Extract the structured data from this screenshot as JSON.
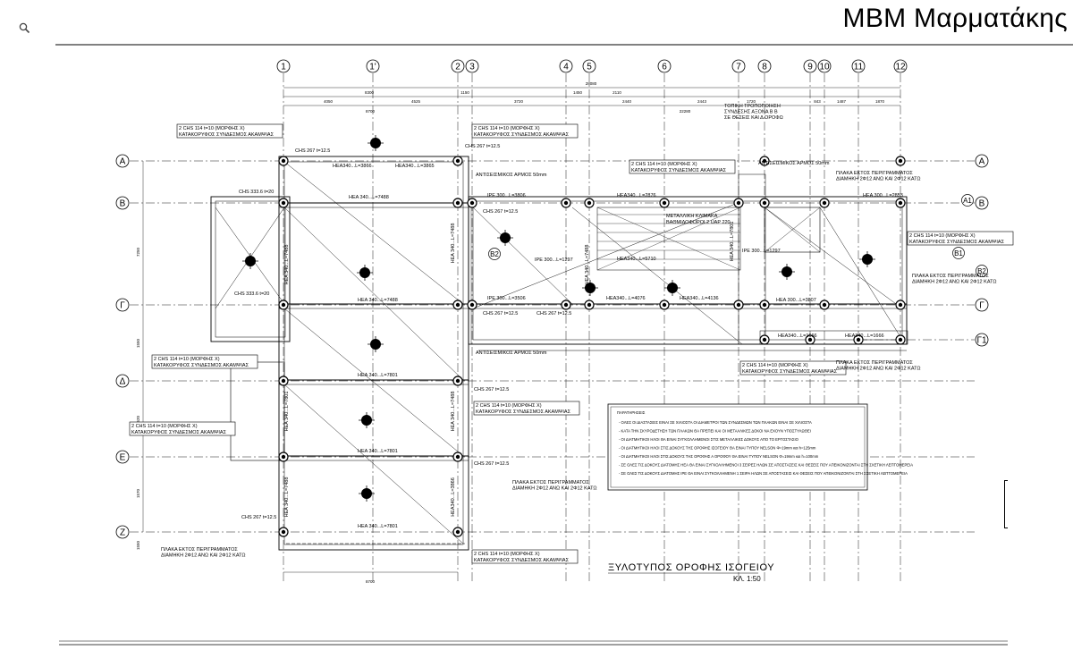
{
  "brand": {
    "name": "MBM Μαρματάκης"
  },
  "toolbar": {
    "search_icon": "magnifier-icon"
  },
  "drawing": {
    "axes_top": [
      "1",
      "1'",
      "2",
      "3",
      "4",
      "5",
      "6",
      "7",
      "8",
      "9",
      "10",
      "11",
      "12"
    ],
    "axes_left": [
      "A",
      "B",
      "Γ",
      "Δ",
      "E",
      "Z"
    ],
    "axes_right": [
      "A",
      "B",
      "Γ",
      "Γ1"
    ],
    "sub_axes": [
      "A1",
      "B1",
      "B2",
      "B2"
    ],
    "dims_top_row1": [
      "4050",
      "4525",
      "3720",
      "2440",
      "2443",
      "1720",
      "843",
      "1487",
      "1870"
    ],
    "dims_top_row2": [
      "8300",
      "1150",
      "1450",
      "2110"
    ],
    "dims_top_total": [
      "22280",
      "8700",
      "28080"
    ],
    "dims_bottom": [
      "8700"
    ],
    "dims_left": [
      "7250",
      "1550",
      "1520",
      "1570",
      "1550"
    ],
    "member_labels": [
      "ΗΕΑ340...L=3866",
      "ΗΕΑ340...L=3865",
      "ΗΕΑ 340...L=7488",
      "ΗΕΑ 340...L=7488",
      "ΗΕΑ 340...L=7801",
      "ΗΕΑ 340...L=7801",
      "ΗΕΑ 340...L=7801",
      "IPE 300...L=3806",
      "IPE 300...L=3506",
      "ΗΕΑ340...L=2876",
      "ΗΕΑ340...L=5710",
      "ΗΕΑ340...L=4076",
      "ΗΕΑ340...L=4136",
      "ΗΕΑ340...L=1666",
      "ΗΕΑ340...L=1666",
      "ΗΕΑ 300...L=2853",
      "ΗΕΑ 300...L=3807",
      "CHS 267 t=12.5",
      "CHS 267 t=12.5",
      "CHS 267 t=12.5",
      "CHS 267 t=12.5",
      "CHS 267 t=12.5",
      "CHS 267 t=12.5",
      "CHS 267 t=12.5",
      "CHS 267 t=12.5",
      "CHS 333.6 t=20",
      "CHS 333.6 t=20",
      "IPE 300...L=1297",
      "IPE 300...L=1297",
      "ΜΕΤΑΛΛΙΚΗ ΚΛΙΜΑΚΑ\nΒΑΘΜΙΔΟΦΟΡΟΙ 2 UAP 220"
    ],
    "callouts": [
      "2 CHS 114 t=10 (ΜΟΡΦΗΣ X)",
      "ΚΑΤΑΚΟΡΥΦΟΣ ΣΥΝΔΕΣΜΟΣ ΑΚΑΜΨΙΑΣ",
      "ΑΝΤΙΣΕΙΣΜΙΚΟΣ ΑΡΜΟΣ 50mm",
      "ΤΟΠΙΚΗ ΤΡΟΠΟΠΟΙΗΣΗ\nΣΥΝΔΕΣΗΣ ΑΞΟΝΑ Β Β\nΣΕ ΘΕΣΕΙΣ ΚΑΙ Δ ΟΡΟΦΩ",
      "ΠΛΑΚΑ ΕΚΤΟΣ ΠΕΡΙΓΡΑΜΜΑΤΟΣ\nΔΙΑΜΗΚΗ 2Φ12 ΑΝΩ ΚΑΙ 2Φ12 ΚΑΤΩ"
    ],
    "notes_title": "ΠΑΡΑΤΗΡΗΣΕΙΣ",
    "notes": [
      "ΟΛΕΣ ΟΙ ΔΙΑΣΤΑΣΕΙΣ ΕΙΝΑΙ ΣΕ ΧΙΛΙΟΣΤΑ ΟΙ ΔΙΑΜΕΤΡΟΙ ΤΩΝ ΣΥΝΔΕΣΜΩΝ ΤΩΝ ΠΛΑΚΩΝ ΕΙΝΑΙ ΣΕ ΧΙΛΙΟΣΤΑ",
      "ΚΑΤΑ ΤΗΝ ΣΚΥΡΟΔΕΤΗΣΗ ΤΩΝ ΠΛΑΚΩΝ ΘΑ ΠΡΕΠΕΙ ΚΑΙ ΟΙ ΜΕΤΑΛΛΙΚΕΣ ΔΟΚΟΙ ΝΑ ΕΧΟΥΝ ΥΠΟΣΤΥΛΩΘΕΙ",
      "ΟΙ ΔΙΑΤΜΗΤΙΚΟΙ ΗΛΟΙ ΘΑ ΕΙΝΑΙ ΣΥΓΚΟΛΛΗΜΕΝΟΙ ΣΤΙΣ ΜΕΤΑΛΛΙΚΕΣ ΔΟΚΟΥΣ ΑΠΟ ΤΟ ΕΡΓΟΣΤΑΣΙΟ",
      "ΟΙ ΔΙΑΤΜΗΤΙΚΟΙ ΗΛΟΙ ΣΤΙΣ ΔΟΚΟΥΣ ΤΗΣ ΟΡΟΦΗΣ ΙΣΟΓΕΙΟΥ ΘΑ ΕΙΝΑΙ ΤΥΠΟΥ NELSON Φ=19mm και h=125mm",
      "ΟΙ ΔΙΑΤΜΗΤΙΚΟΙ ΗΛΟΙ ΣΤΙΣ ΔΟΚΟΥΣ ΤΗΣ ΟΡΟΦΗΣ Α ΟΡΟΦΟΥ ΘΑ ΕΙΝΑΙ ΤΥΠΟΥ NELSON Φ=19mm και h=100mm",
      "ΣΕ ΟΛΕΣ ΤΙΣ ΔΟΚΟΥΣ ΔΙΑΤΟΜΗΣ ΗΕΑ ΘΑ ΕΙΝΑΙ ΣΥΓΚΟΛΛΗΜΕΝΟΙ 3 ΣΕΙΡΕΣ ΗΛΩΝ ΣΕ ΑΠΟΣΤΑΣΕΙΣ ΚΑΙ ΘΕΣΕΙΣ ΠΟΥ ΑΠΕΙΚΟΝΙΖΟΝΤΑΙ ΣΤΗ ΣΧΕΤΙΚΗ ΛΕΠΤΟΜΕΡΕΙΑ",
      "ΣΕ ΟΛΕΣ ΤΙΣ ΔΟΚΟΥΣ ΔΙΑΤΟΜΗΣ IPE ΘΑ ΕΙΝΑΙ ΣΥΓΚΟΛΛΗΜΕΝΗ 1 ΣΕΙΡΑ ΗΛΩΝ ΣΕ ΑΠΟΣΤΑΣΕΙΣ ΚΑΙ ΘΕΣΕΙΣ ΠΟΥ ΑΠΕΙΚΟΝΙΖΟΝΤΑΙ ΣΤΗ ΣΧΕΤΙΚΗ ΛΕΠΤΟΜΕΡΕΙΑ"
    ],
    "title": "ΞΥΛΟΤΥΠΟΣ ΟΡΟΦΗΣ ΙΣΟΓΕΙΟΥ",
    "scale": "ΚΛ. 1:50"
  }
}
